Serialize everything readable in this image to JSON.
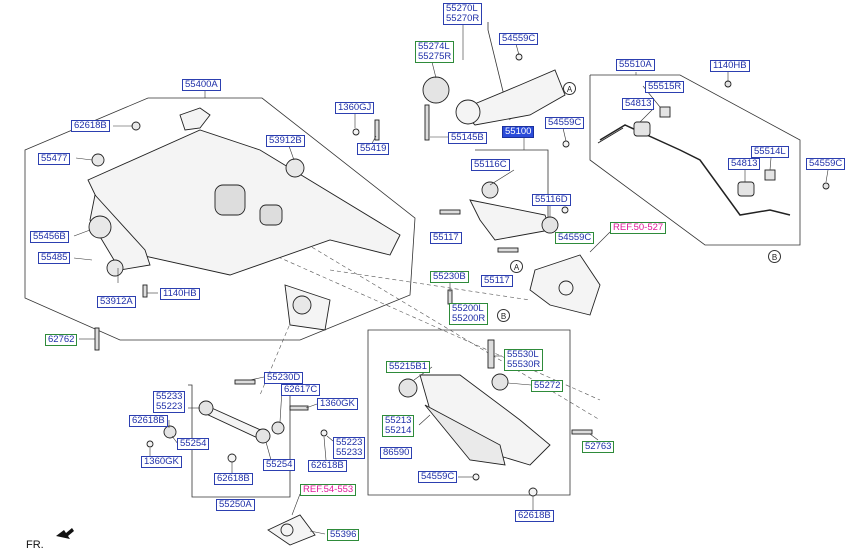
{
  "diagram": {
    "labels": {
      "l55270": [
        "55270L",
        "55270R"
      ],
      "l55274": [
        "55274L",
        "55275R"
      ],
      "l54559c_a": "54559C",
      "l55145b": "55145B",
      "l55100": "55100",
      "l54559c_b": "54559C",
      "l55116c": "55116C",
      "l55116d": "55116D",
      "l55117_a": "55117",
      "l55117_b": "55117",
      "l54559c_c": "54559C",
      "l55510a": "55510A",
      "l1140hb_a": "1140HB",
      "l55515r": "55515R",
      "l54813_a": "54813",
      "l55514l": "55514L",
      "l54813_b": "54813",
      "l54559c_d": "54559C",
      "l55400a": "55400A",
      "l1360gj": "1360GJ",
      "l62618b_a": "62618B",
      "l55419": "55419",
      "l53912b": "53912B",
      "l55477": "55477",
      "l55456b": "55456B",
      "l55485": "55485",
      "l53912a": "53912A",
      "l1140hb_b": "1140HB",
      "l62762": "62762",
      "l55230b": "55230B",
      "l55200": [
        "55200L",
        "55200R"
      ],
      "l55215b1": "55215B1",
      "l55530": [
        "55530L",
        "55530R"
      ],
      "l55272": "55272",
      "l55213": [
        "55213",
        "55214"
      ],
      "l86590": "86590",
      "l54559c_e": "54559C",
      "l52763": "52763",
      "l62618b_b": "62618B",
      "l55233_a": [
        "55233",
        "55223"
      ],
      "l62618b_c": "62618B",
      "l55254_a": "55254",
      "l1360gk_a": "1360GK",
      "l55230d": "55230D",
      "l62617c": "62617C",
      "l1360gk_b": "1360GK",
      "l55223_b": [
        "55223",
        "55233"
      ],
      "l62618b_d": "62618B",
      "l55254_b": "55254",
      "l62618b_e": "62618B",
      "l55250a": "55250A",
      "l55396": "55396"
    },
    "refs": {
      "ref50": "REF.50-527",
      "ref54": "REF.54-553"
    },
    "markers": {
      "a1": "A",
      "a2": "A",
      "b1": "B",
      "b2": "B"
    },
    "direction": "FR."
  },
  "colors": {
    "label_border": "#2c3fb0",
    "label_text": "#2030a8",
    "green_border": "#2e8b3a",
    "ref_text": "#e0199a",
    "highlight_fill": "#2b4cd9"
  }
}
